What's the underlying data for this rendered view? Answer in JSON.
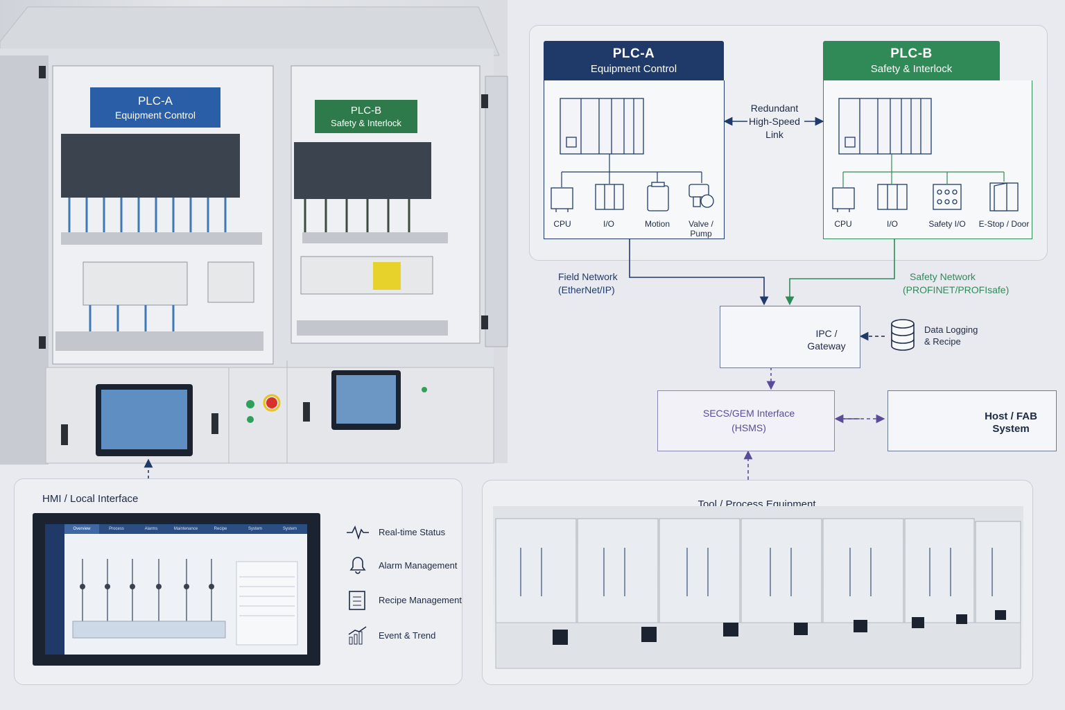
{
  "plc_a": {
    "title": "PLC-A",
    "subtitle": "Equipment Control",
    "modules": [
      "CPU",
      "I/O",
      "Motion",
      "Valve / Pump"
    ]
  },
  "plc_b": {
    "title": "PLC-B",
    "subtitle": "Safety & Interlock",
    "modules": [
      "CPU",
      "I/O",
      "Safety I/O",
      "E-Stop / Door"
    ]
  },
  "link": {
    "line1": "Redundant",
    "line2": "High-Speed",
    "line3": "Link"
  },
  "field_network": {
    "line1": "Field Network",
    "line2": "(EtherNet/IP)"
  },
  "safety_network": {
    "line1": "Safety Network",
    "line2": "(PROFINET/PROFIsafe)"
  },
  "ipc": {
    "line1": "IPC /",
    "line2": "Gateway"
  },
  "data_logging": {
    "line1": "Data Logging",
    "line2": "& Recipe"
  },
  "secs": {
    "line1": "SECS/GEM Interface",
    "line2": "(HSMS)"
  },
  "host": {
    "line1": "Host / FAB",
    "line2": "System"
  },
  "cabinet": {
    "plc_a_title": "PLC-A",
    "plc_a_subtitle": "Equipment Control",
    "plc_b_title": "PLC-B",
    "plc_b_subtitle": "Safety & Interlock"
  },
  "hmi": {
    "title": "HMI / Local Interface",
    "tabs": [
      "Overview",
      "Process",
      "Alarms",
      "Maintenance",
      "Recipe",
      "System",
      "System"
    ],
    "features": [
      {
        "label": "Real-time Status",
        "icon": "pulse-icon"
      },
      {
        "label": "Alarm Management",
        "icon": "bell-icon"
      },
      {
        "label": "Recipe Management",
        "icon": "clipboard-icon"
      },
      {
        "label": "Event & Trend",
        "icon": "bar-trend-icon"
      }
    ]
  },
  "tool": {
    "title": "Tool / Process Equipment"
  },
  "colors": {
    "navy": "#1f3a68",
    "green": "#2f8a57",
    "purple": "#5a4b9a",
    "outline": "#c9cdd6"
  }
}
